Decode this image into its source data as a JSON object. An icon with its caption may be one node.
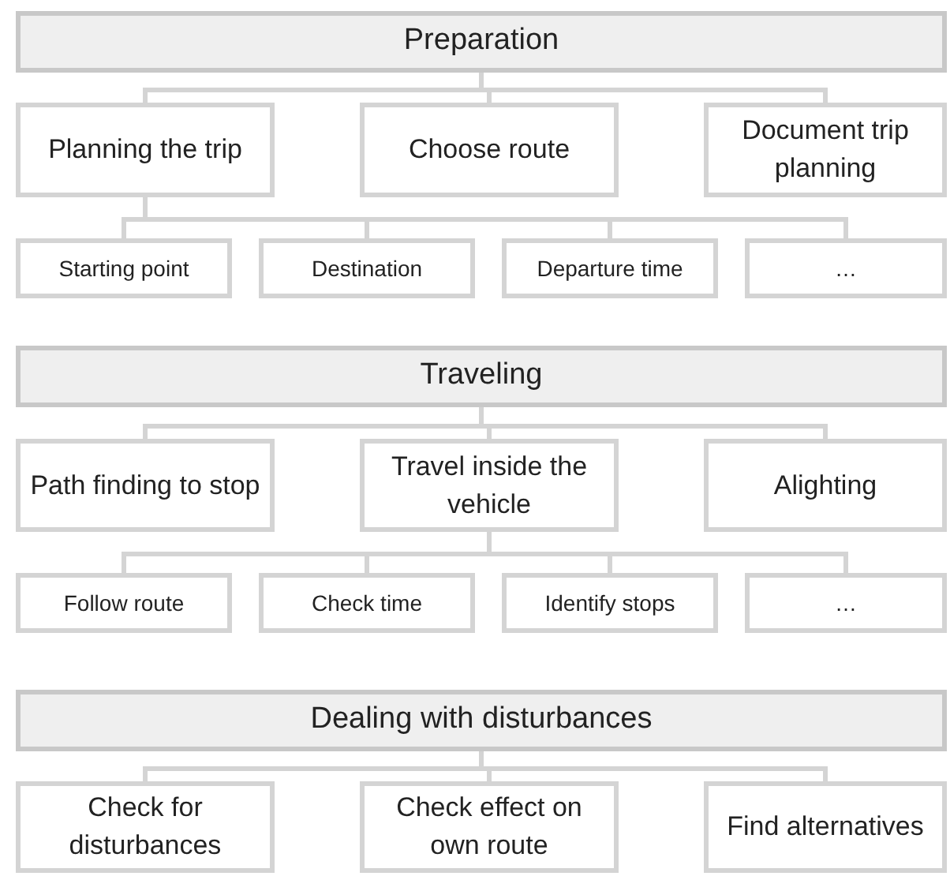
{
  "diagram": {
    "nodes": [
      {
        "text": [
          "Preparation"
        ]
      },
      {
        "text": [
          "Planning the trip"
        ]
      },
      {
        "text": [
          "Choose route"
        ]
      },
      {
        "text": [
          "Document trip planning"
        ]
      },
      {
        "text": [
          "Starting point"
        ]
      },
      {
        "text": [
          "Destination"
        ]
      },
      {
        "text": [
          "Departure time"
        ]
      },
      {
        "text": [
          "…"
        ]
      },
      {
        "text": [
          "Traveling"
        ]
      },
      {
        "text": [
          "Path finding to stop"
        ]
      },
      {
        "text": [
          "Travel inside the vehicle"
        ]
      },
      {
        "text": [
          "Alighting"
        ]
      },
      {
        "text": [
          "Follow route"
        ]
      },
      {
        "text": [
          "Check time"
        ]
      },
      {
        "text": [
          "Identify stops"
        ]
      },
      {
        "text": [
          "…"
        ]
      },
      {
        "text": [
          "Dealing with disturbances"
        ]
      },
      {
        "text": [
          "Check for disturbances"
        ]
      },
      {
        "text": [
          "Check effect on own route"
        ]
      },
      {
        "text": [
          "Find alternatives"
        ]
      }
    ],
    "edges": [
      {
        "from": 0,
        "to": 1,
        "arrow": "none"
      },
      {
        "from": 0,
        "to": 2,
        "arrow": "none"
      },
      {
        "from": 0,
        "to": 3,
        "arrow": "none"
      },
      {
        "from": 1,
        "to": 4,
        "arrow": "none"
      },
      {
        "from": 1,
        "to": 5,
        "arrow": "none"
      },
      {
        "from": 1,
        "to": 6,
        "arrow": "none"
      },
      {
        "from": 1,
        "to": 7,
        "arrow": "none"
      },
      {
        "from": 8,
        "to": 9,
        "arrow": "none"
      },
      {
        "from": 8,
        "to": 10,
        "arrow": "none"
      },
      {
        "from": 8,
        "to": 11,
        "arrow": "none"
      },
      {
        "from": 10,
        "to": 12,
        "arrow": "none"
      },
      {
        "from": 10,
        "to": 13,
        "arrow": "none"
      },
      {
        "from": 10,
        "to": 14,
        "arrow": "none"
      },
      {
        "from": 10,
        "to": 15,
        "arrow": "none"
      },
      {
        "from": 16,
        "to": 17,
        "arrow": "none"
      },
      {
        "from": 16,
        "to": 18,
        "arrow": "none"
      },
      {
        "from": 16,
        "to": 19,
        "arrow": "none"
      }
    ]
  }
}
